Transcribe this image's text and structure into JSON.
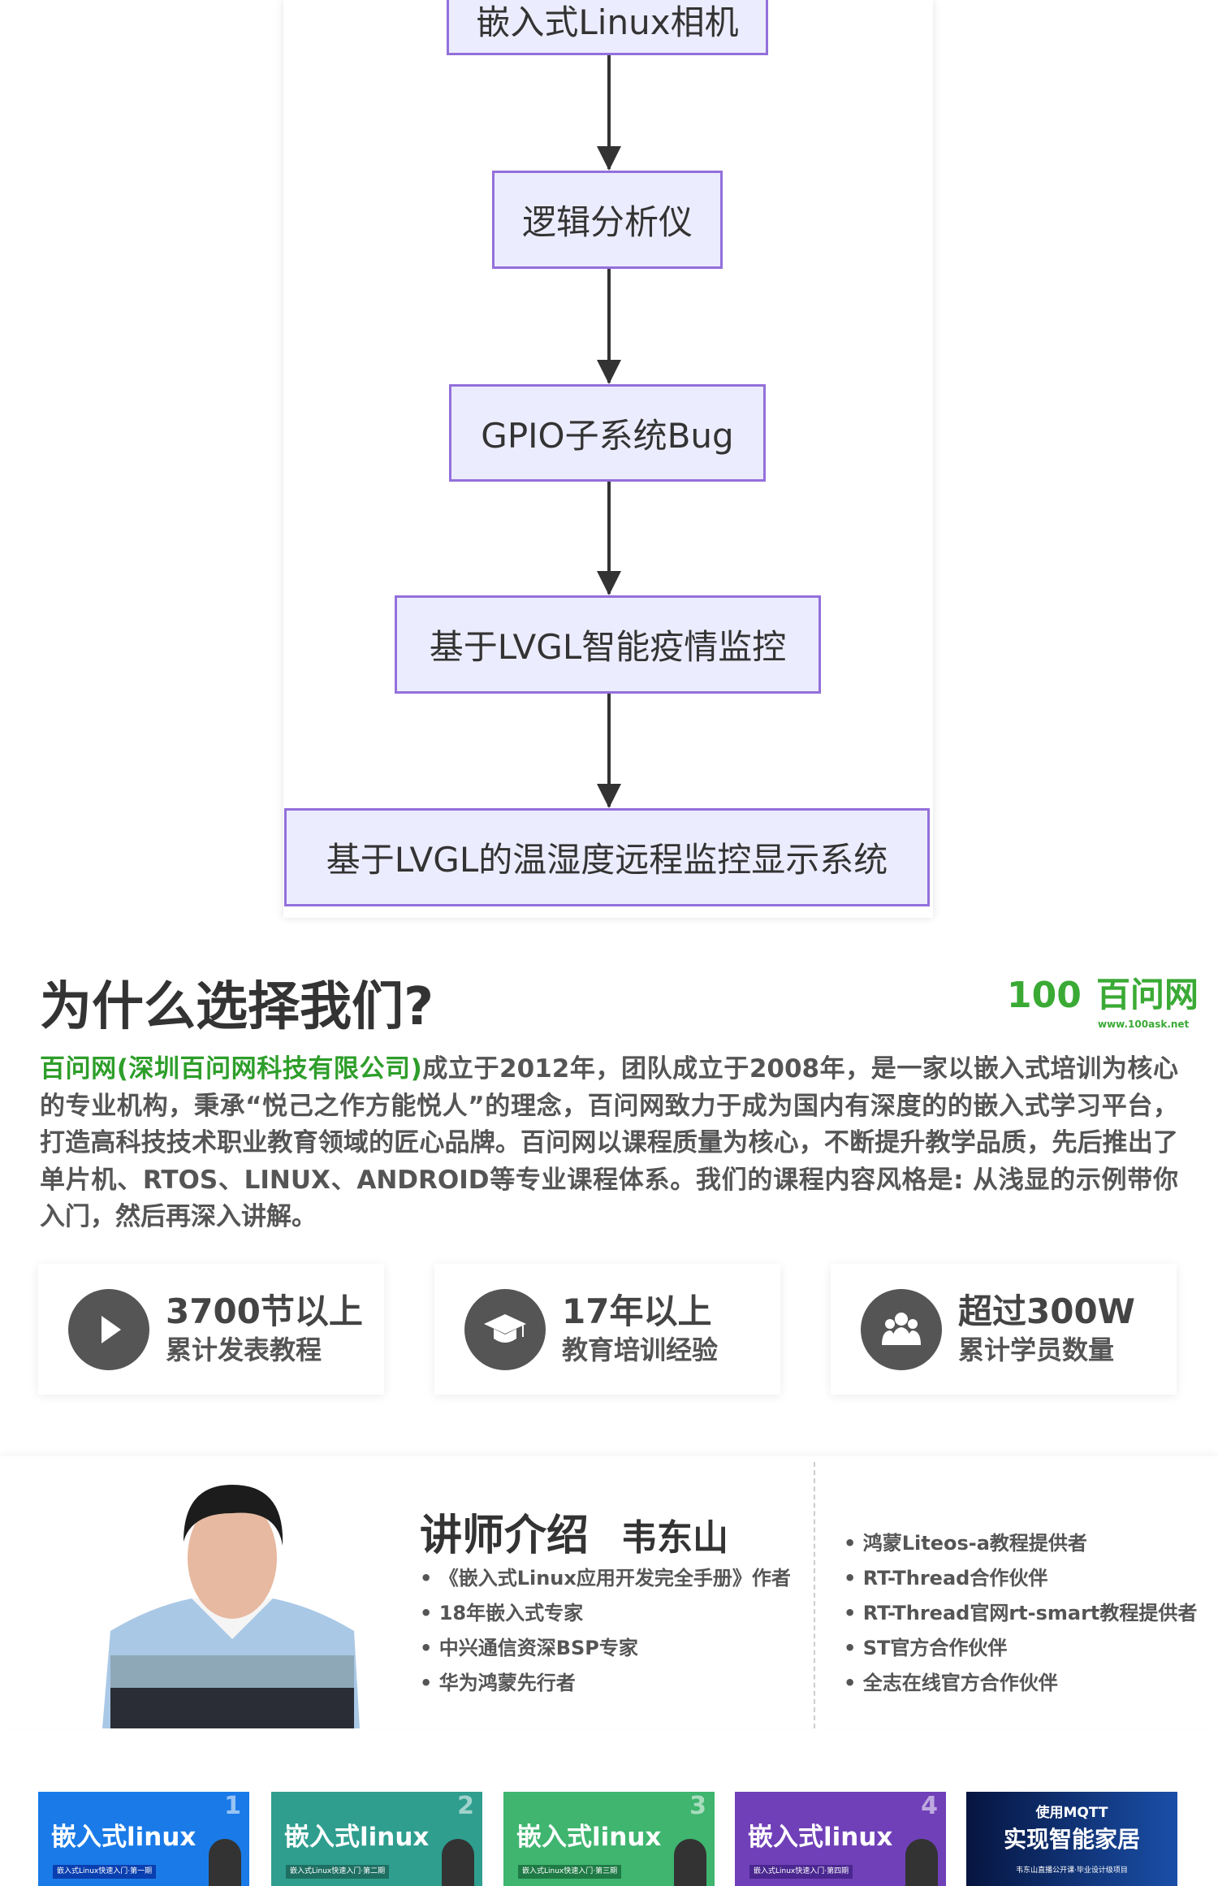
{
  "flowchart": {
    "nodes": [
      "嵌入式Linux相机",
      "逻辑分析仪",
      "GPIO子系统Bug",
      "基于LVGL智能疫情监控",
      "基于LVGL的温湿度远程监控显示系统"
    ]
  },
  "why": {
    "title": "为什么选择我们?",
    "logo_text": "百问网",
    "logo_mark": "100",
    "logo_url": "www.100ask.net",
    "company": "百问网(深圳百问网科技有限公司)",
    "description": "成立于2012年，团队成立于2008年，是一家以嵌入式培训为核心的专业机构，秉承“悦己之作方能悦人”的理念，百问网致力于成为国内有深度的的嵌入式学习平台，打造高科技技术职业教育领域的匠心品牌。百问网以课程质量为核心，不断提升教学品质，先后推出了单片机、RTOS、LINUX、ANDROID等专业课程体系。我们的课程内容风格是: 从浅显的示例带你入门，然后再深入讲解。"
  },
  "stats": [
    {
      "icon": "play-icon",
      "value": "3700节以上",
      "label": "累计发表教程"
    },
    {
      "icon": "graduation-cap-icon",
      "value": "17年以上",
      "label": "教育培训经验"
    },
    {
      "icon": "users-icon",
      "value": "超过300W",
      "label": "累计学员数量"
    }
  ],
  "teacher": {
    "title": "讲师介绍",
    "name": "韦东山",
    "left": [
      "《嵌入式Linux应用开发完全手册》作者",
      "18年嵌入式专家",
      "中兴通信资深BSP专家",
      "华为鸿蒙先行者"
    ],
    "right": [
      "鸿蒙Liteos-a教程提供者",
      " RT-Thread合作伙伴",
      "RT-Thread官网rt-smart教程提供者",
      "ST官方合作伙伴",
      "全志在线官方合作伙伴"
    ]
  },
  "courses": [
    {
      "title": "嵌入式linux",
      "sub": "嵌入式Linux快速入门·第一期",
      "num": "1",
      "color": "#1a7be8"
    },
    {
      "title": "嵌入式linux",
      "sub": "嵌入式Linux快速入门·第二期",
      "num": "2",
      "color": "#2f9e8f"
    },
    {
      "title": "嵌入式linux",
      "sub": "嵌入式Linux快速入门·第三期",
      "num": "3",
      "color": "#3fb56f"
    },
    {
      "title": "嵌入式linux",
      "sub": "嵌入式Linux快速入门·第四期",
      "num": "4",
      "color": "#7040b8"
    },
    {
      "title_line1": "使用MQTT",
      "title": "实现智能家居",
      "sub": "韦东山直播公开课·毕业设计级项目",
      "color": "#0d2a6b"
    }
  ]
}
